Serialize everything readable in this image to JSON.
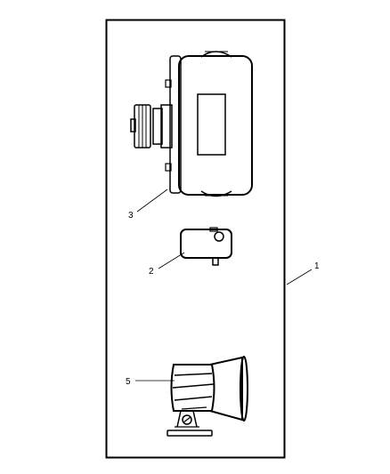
{
  "callouts": {
    "c1": "1",
    "c2": "2",
    "c3": "3",
    "c5": "5"
  },
  "colors": {
    "line": "#000000",
    "background": "#ffffff"
  }
}
